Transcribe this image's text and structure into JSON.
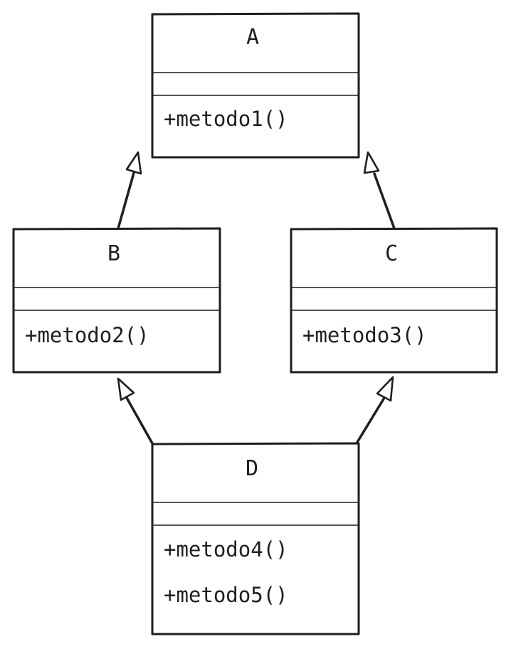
{
  "diagram": {
    "classes": [
      {
        "id": "A",
        "name": "A",
        "methods": [
          "+metodo1()"
        ]
      },
      {
        "id": "B",
        "name": "B",
        "methods": [
          "+metodo2()"
        ]
      },
      {
        "id": "C",
        "name": "C",
        "methods": [
          "+metodo3()"
        ]
      },
      {
        "id": "D",
        "name": "D",
        "methods": [
          "+metodo4()",
          "+metodo5()"
        ]
      }
    ],
    "relations": [
      {
        "type": "inheritance",
        "from": "B",
        "to": "A"
      },
      {
        "type": "inheritance",
        "from": "C",
        "to": "A"
      },
      {
        "type": "inheritance",
        "from": "D",
        "to": "B"
      },
      {
        "type": "inheritance",
        "from": "D",
        "to": "C"
      }
    ],
    "colors": {
      "stroke": "#1e1e1e",
      "fill": "#ffffff"
    }
  }
}
